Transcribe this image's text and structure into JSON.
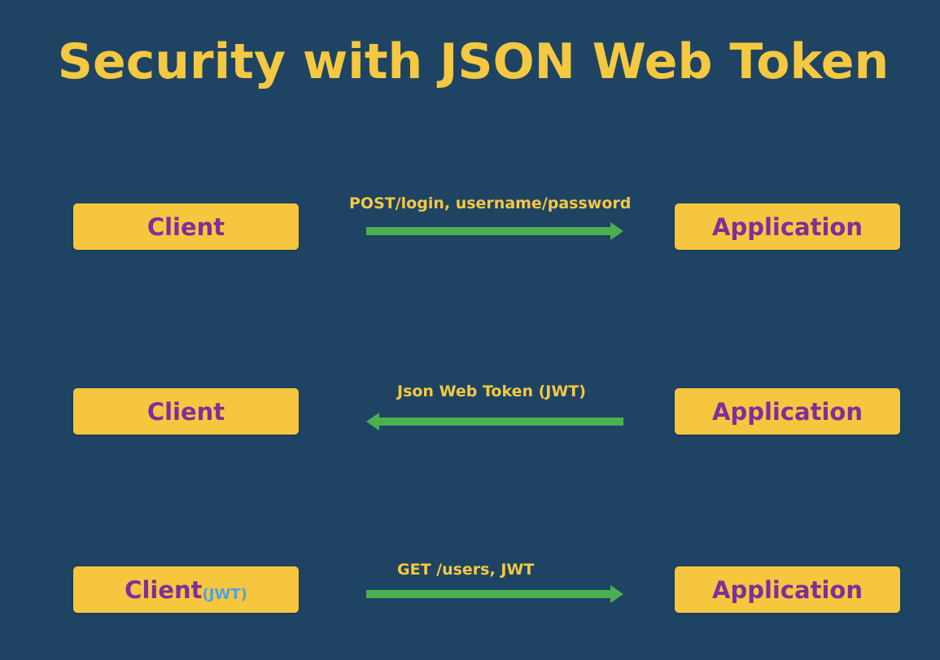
{
  "title": "Security with JSON Web Token",
  "colors": {
    "background": "#1f4463",
    "title": "#f5c842",
    "box_fill": "#f6c63f",
    "box_text": "#7d2f9a",
    "jwt_badge": "#4aa3e6",
    "arrow": "#4caf50",
    "label": "#f5c842"
  },
  "rows": [
    {
      "client": "Client",
      "client_badge": "",
      "application": "Application",
      "message": "POST/login, username/password",
      "direction": "right"
    },
    {
      "client": "Client",
      "client_badge": "",
      "application": "Application",
      "message": "Json Web Token (JWT)",
      "direction": "left"
    },
    {
      "client": "Client",
      "client_badge": "(JWT)",
      "application": "Application",
      "message": "GET /users, JWT",
      "direction": "right"
    }
  ]
}
